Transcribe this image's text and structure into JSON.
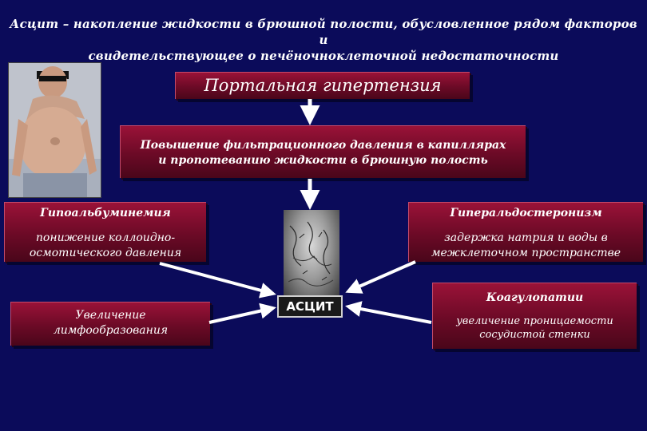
{
  "title": {
    "line1": "Асцит – накопление жидкости в брюшной полости, обусловленное рядом факторов и",
    "line2": "свидетельствующее о печёночноклеточной недостаточности"
  },
  "portal": {
    "label": "Портальная гипертензия"
  },
  "filtration": {
    "line1": "Повышение фильтрационного давления в капиллярах",
    "line2": "и пропотеванию жидкости в брюшную полость"
  },
  "hypoalb": {
    "heading": "Гипоальбуминемия",
    "line1": "понижение коллоидно-",
    "line2": "осмотического давления"
  },
  "hyperald": {
    "heading": "Гиперальдостеронизм",
    "line1": "задержка натрия и воды в",
    "line2": "межклеточном пространстве"
  },
  "lymph": {
    "line1": "Увеличение",
    "line2": "лимфообразования"
  },
  "coag": {
    "heading": "Коагулопатии",
    "line1": "увеличение проницаемости",
    "line2": "сосудистой стенки"
  },
  "center": {
    "label": "АСЦИТ"
  },
  "colors": {
    "background": "#0b0b5a",
    "box": "#7a0c2c",
    "arrow": "#ffffff"
  }
}
